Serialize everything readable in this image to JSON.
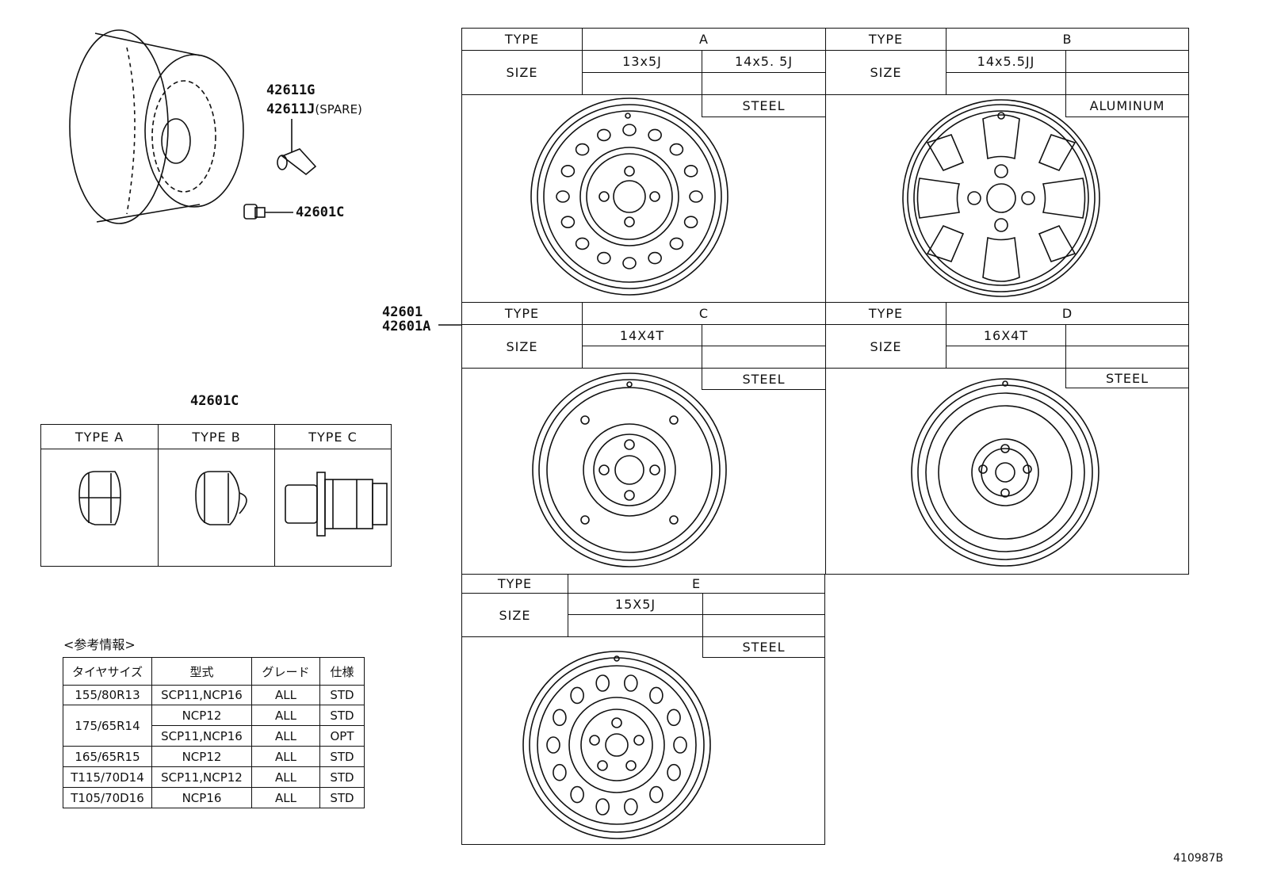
{
  "parts": {
    "valve_g": "42611G",
    "valve_j": "42611J",
    "valve_j_note": "(SPARE)",
    "nut": "42601C",
    "wheel_1": "42601",
    "wheel_2": "42601A",
    "nut_title": "42601C"
  },
  "nut_types": [
    "TYPE A",
    "TYPE B",
    "TYPE C"
  ],
  "type_label": "TYPE",
  "size_label": "SIZE",
  "wheels": {
    "A": {
      "type": "A",
      "size1": "13x5J",
      "size2": "14x5. 5J",
      "material": "STEEL"
    },
    "B": {
      "type": "B",
      "size1": "14x5.5JJ",
      "material": "ALUMINUM"
    },
    "C": {
      "type": "C",
      "size1": "14X4T",
      "material": "STEEL"
    },
    "D": {
      "type": "D",
      "size1": "16X4T",
      "material": "STEEL"
    },
    "E": {
      "type": "E",
      "size1": "15X5J",
      "material": "STEEL"
    }
  },
  "reference": {
    "heading": "<参考情報>",
    "headers": [
      "タイヤサイズ",
      "型式",
      "グレード",
      "仕様"
    ],
    "rows": [
      [
        "155/80R13",
        "SCP11,NCP16",
        "ALL",
        "STD"
      ],
      [
        "175/65R14",
        "NCP12",
        "ALL",
        "STD"
      ],
      [
        "",
        "SCP11,NCP16",
        "ALL",
        "OPT"
      ],
      [
        "165/65R15",
        "NCP12",
        "ALL",
        "STD"
      ],
      [
        "T115/70D14",
        "SCP11,NCP12",
        "ALL",
        "STD"
      ],
      [
        "T105/70D16",
        "NCP16",
        "ALL",
        "STD"
      ]
    ]
  },
  "figure_id": "410987B"
}
